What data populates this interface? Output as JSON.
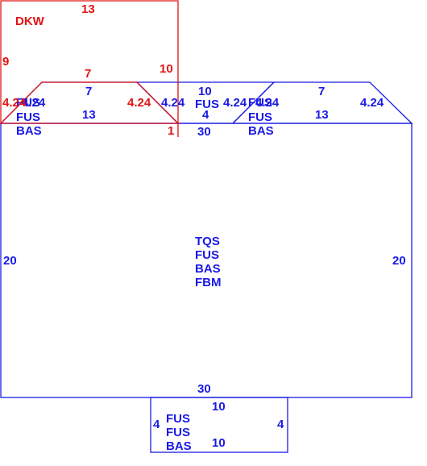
{
  "colors": {
    "blue": "#1a1ae6",
    "red": "#e01414"
  },
  "main": {
    "code1": "TQS",
    "code2": "FUS",
    "code3": "BAS",
    "code4": "FBM",
    "top": "30",
    "bottom": "30",
    "left": "20",
    "right": "20"
  },
  "tab": {
    "code1": "FUS",
    "code2": "FUS",
    "code3": "BAS",
    "top": "10",
    "bottom": "10",
    "left": "4",
    "right": "4"
  },
  "flap_left": {
    "top": "7",
    "bottom": "13",
    "slant_left": "4.24",
    "slant_right": "4.24",
    "code1": "FUS",
    "code2": "FUS",
    "code3": "BAS"
  },
  "flap_mid": {
    "top": "10",
    "height": "4",
    "bottom": "30",
    "slant_left": "4.24",
    "slant_right": "4.24",
    "code": "FUS"
  },
  "flap_right": {
    "top": "7",
    "bottom": "13",
    "slant_left": "4.24",
    "slant_right": "4.24",
    "code1": "FUS",
    "code2": "FUS",
    "code3": "BAS"
  },
  "red_panel": {
    "name": "DKW",
    "top": "13",
    "left": "9",
    "right": "10",
    "trap_top": "7",
    "slant_left": "4.24",
    "slant_right": "4.24",
    "bottom": "1"
  }
}
